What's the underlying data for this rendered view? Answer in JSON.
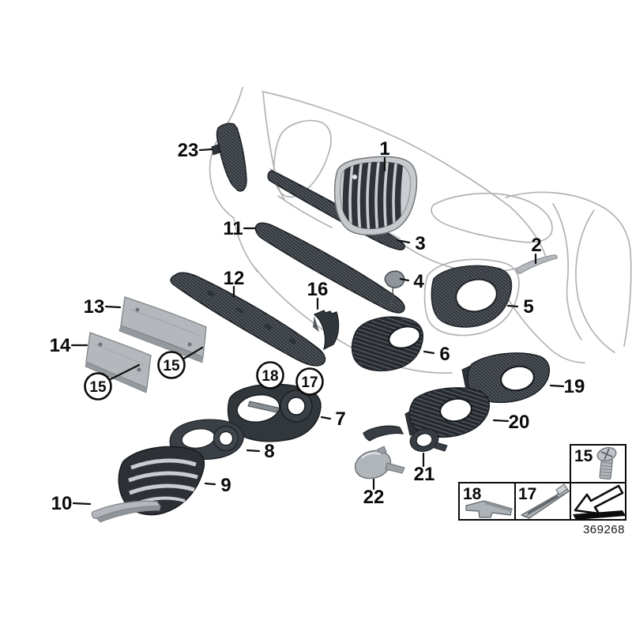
{
  "doc_number": "369268",
  "callouts": {
    "1": "1",
    "2": "2",
    "3": "3",
    "4": "4",
    "5": "5",
    "6": "6",
    "7": "7",
    "8": "8",
    "9": "9",
    "10": "10",
    "11": "11",
    "12": "12",
    "13": "13",
    "14": "14",
    "15": "15",
    "16": "16",
    "17": "17",
    "18": "18",
    "19": "19",
    "20": "20",
    "21": "21",
    "22": "22",
    "23": "23"
  },
  "legend": {
    "screw_cell_label": "15",
    "clip_cell_label": "18",
    "rail_cell_label": "17",
    "icons": {
      "screw": "phillips-screw-icon",
      "clip": "t-clip-icon",
      "rail": "slide-rail-icon",
      "arrow": "direction-arrow-icon"
    }
  },
  "colors": {
    "background": "#ffffff",
    "outline_gray": "#b1b3b6",
    "part_dark": "#2e3337",
    "part_gray": "#b4b8bc",
    "label_black": "#0b0b0b"
  }
}
